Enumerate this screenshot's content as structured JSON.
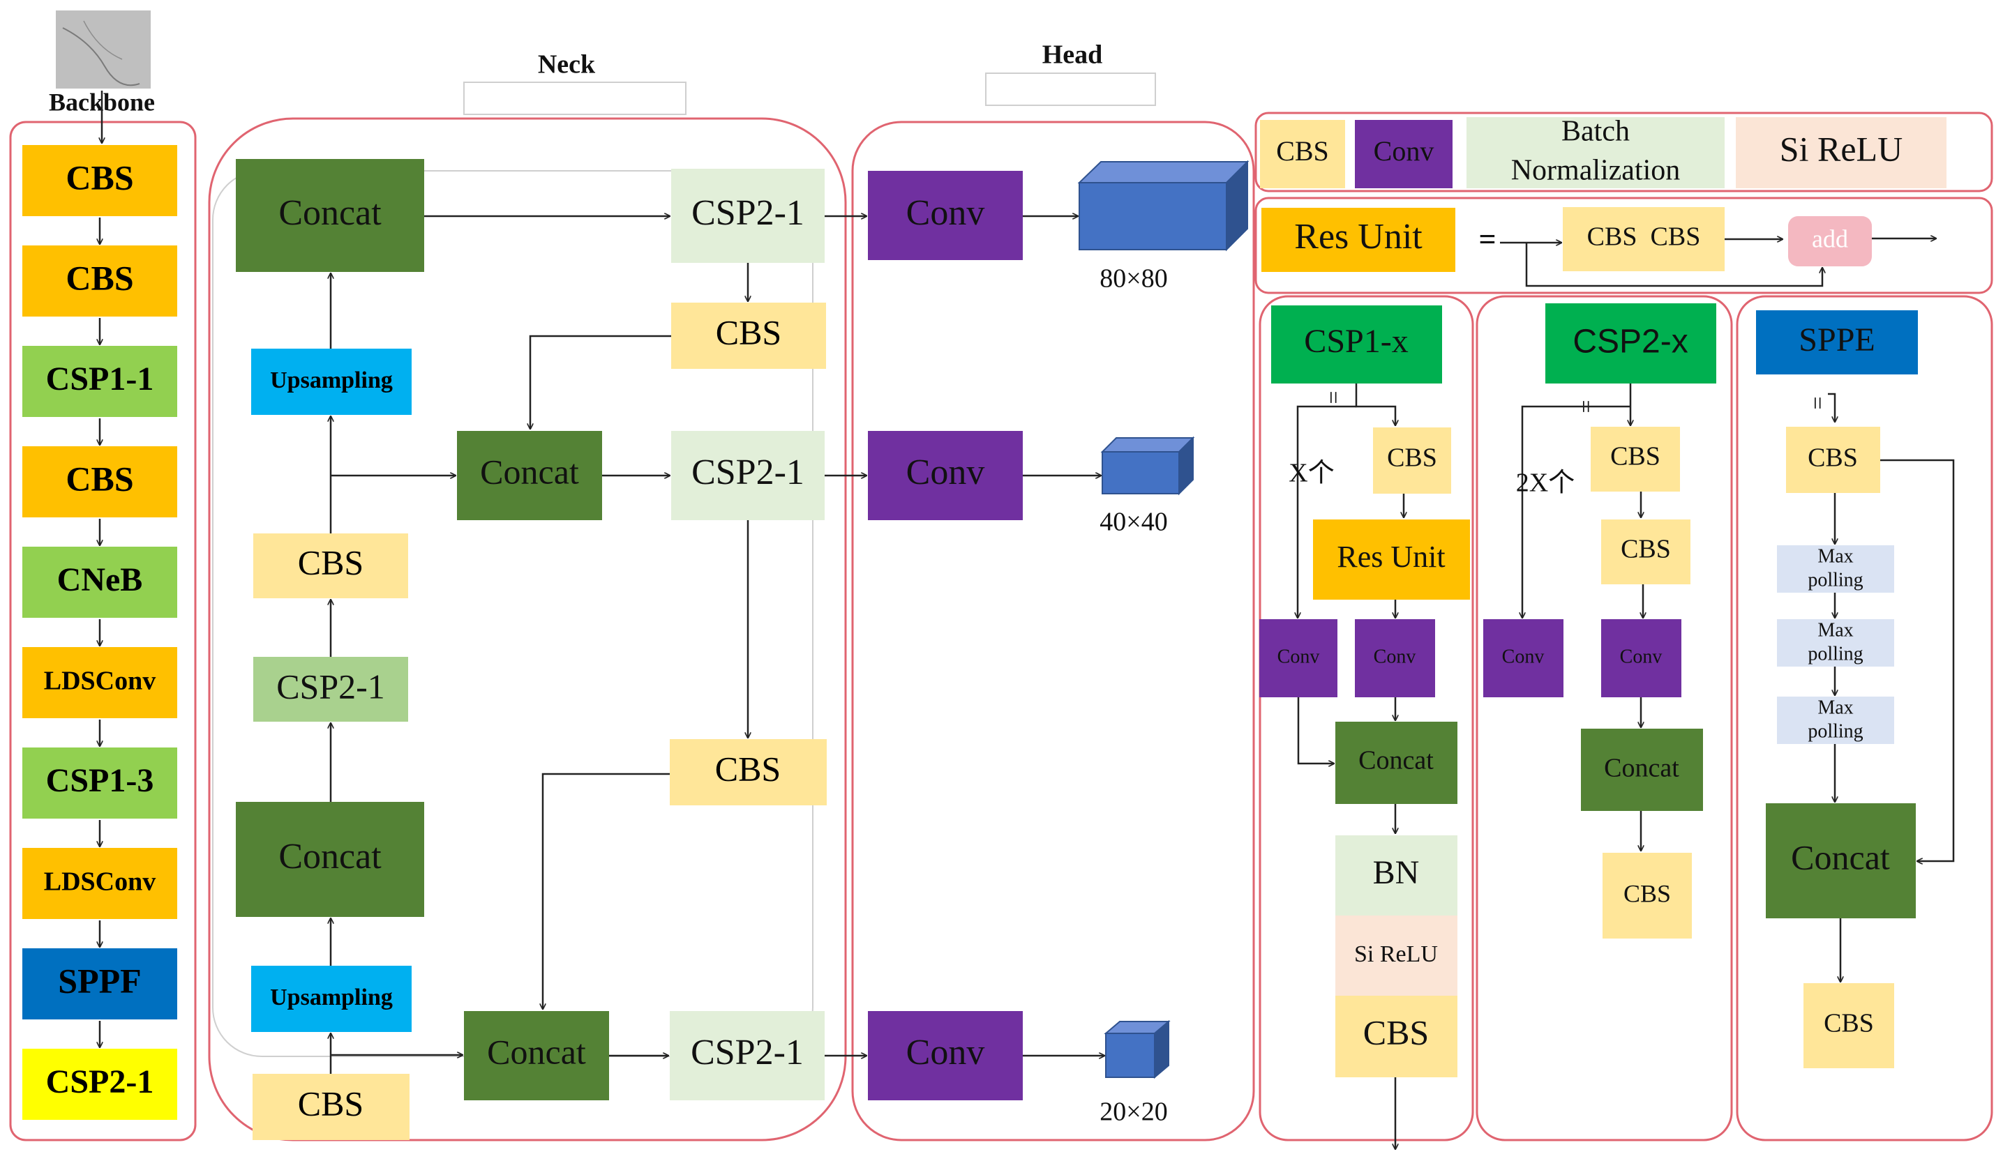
{
  "colors": {
    "cbs_orange": "#ffc000",
    "cbs_light": "#ffe699",
    "csp_green": "#92d050",
    "csp_light": "#e2efd9",
    "concat": "#548235",
    "upsampling": "#00b0f0",
    "conv": "#7030a0",
    "sppf": "#0070c0",
    "yellow": "#ffff00",
    "green": "#00b050",
    "maxpool": "#dae3f3",
    "bn": "#e2efd9",
    "silu": "#fbe5d6",
    "add": "#f4b8c1",
    "cube": "#4472c4",
    "region_border": "#e06470"
  },
  "labels": {
    "backbone": "Backbone",
    "neck": "Neck",
    "head": "Head"
  },
  "backbone": [
    "CBS",
    "CBS",
    "CSP1-1",
    "CBS",
    "CNeB",
    "LDSConv",
    "CSP1-3",
    "LDSConv",
    "SPPF",
    "CSP2-1"
  ],
  "neck": {
    "concat": "Concat",
    "csp2_1": "CSP2-1",
    "cbs": "CBS",
    "upsampling": "Upsampling"
  },
  "head": {
    "conv": "Conv",
    "sizes": [
      "80×80",
      "40×40",
      "20×20"
    ]
  },
  "legend": {
    "cbs": "CBS",
    "conv": "Conv",
    "batch_norm_line1": "Batch",
    "batch_norm_line2": "Normalization",
    "silu": "Si ReLU"
  },
  "res_unit": {
    "title": "Res Unit",
    "equals": "=",
    "inner": "CBS  CBS",
    "add": "add"
  },
  "csp1x": {
    "title": "CSP1-x",
    "cbs": "CBS",
    "res_unit": "Res Unit",
    "conv": "Conv",
    "concat": "Concat",
    "bn": "BN",
    "silu": "Si ReLU",
    "cbs_out": "CBS",
    "repeat": "X个",
    "eq": "="
  },
  "csp2x": {
    "title": "CSP2-x",
    "cbs": "CBS",
    "conv": "Conv",
    "concat": "Concat",
    "repeat": "2X个",
    "eq": "="
  },
  "sppe": {
    "title": "SPPE",
    "cbs": "CBS",
    "maxpool_line1": "Max",
    "maxpool_line2": "polling",
    "concat": "Concat",
    "eq": "="
  }
}
